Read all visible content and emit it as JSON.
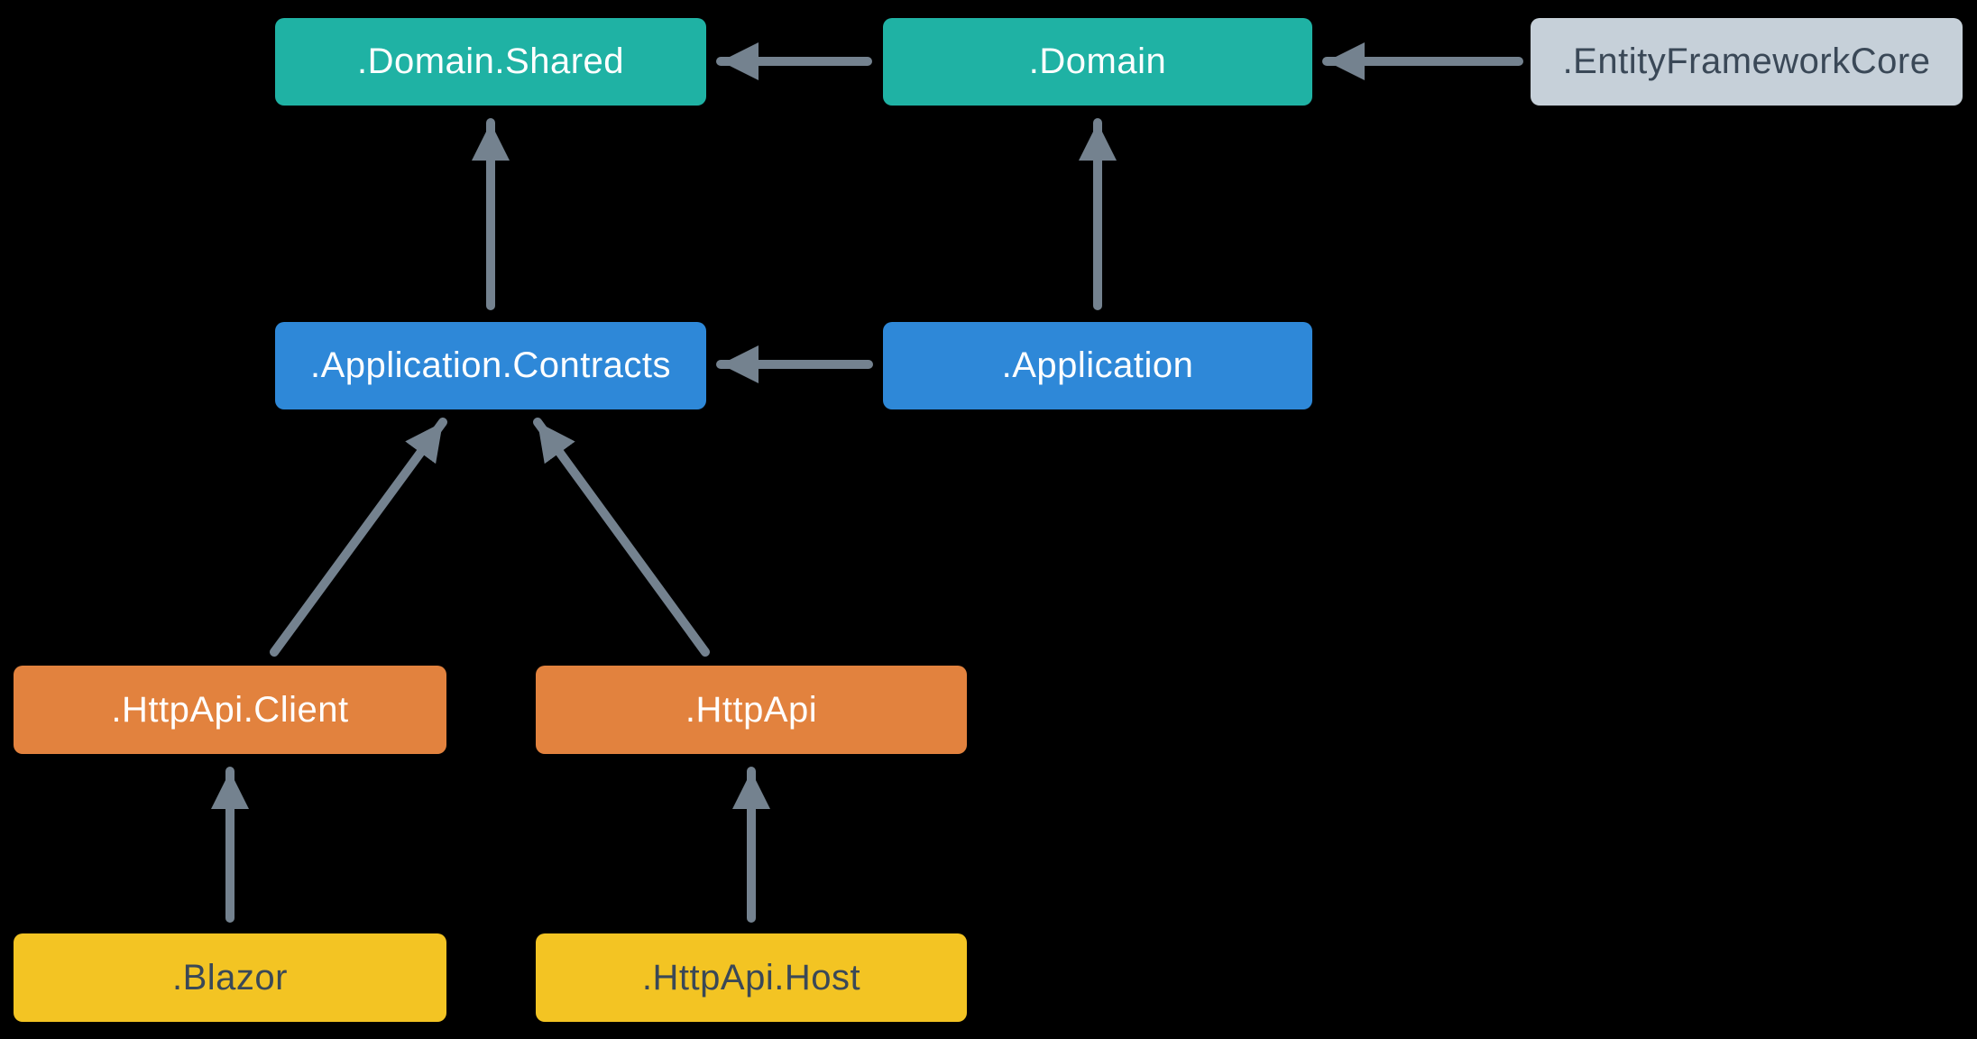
{
  "diagram": {
    "type": "dependency-graph",
    "background": "#000000",
    "arrow_color": "#74828F",
    "colors": {
      "teal": "#1FB2A4",
      "blue": "#2E88D8",
      "orange": "#E2823E",
      "yellow": "#F3C423",
      "gray": "#C6D0D9",
      "dark_text": "#3A4857",
      "light_text": "#FFFFFF"
    },
    "nodes": [
      {
        "id": "domain-shared",
        "label": ".Domain.Shared",
        "color": "#1FB2A4"
      },
      {
        "id": "domain",
        "label": ".Domain",
        "color": "#1FB2A4"
      },
      {
        "id": "efcore",
        "label": ".EntityFrameworkCore",
        "color": "#C6D0D9"
      },
      {
        "id": "app-contracts",
        "label": ".Application.Contracts",
        "color": "#2E88D8"
      },
      {
        "id": "application",
        "label": ".Application",
        "color": "#2E88D8"
      },
      {
        "id": "httpapi-client",
        "label": ".HttpApi.Client",
        "color": "#E2823E"
      },
      {
        "id": "httpapi",
        "label": ".HttpApi",
        "color": "#E2823E"
      },
      {
        "id": "blazor",
        "label": ".Blazor",
        "color": "#F3C423"
      },
      {
        "id": "httpapi-host",
        "label": ".HttpApi.Host",
        "color": "#F3C423"
      }
    ],
    "edges": [
      {
        "from": ".Domain",
        "to": ".Domain.Shared"
      },
      {
        "from": ".EntityFrameworkCore",
        "to": ".Domain"
      },
      {
        "from": ".Application",
        "to": ".Application.Contracts"
      },
      {
        "from": ".Application.Contracts",
        "to": ".Domain.Shared"
      },
      {
        "from": ".Application",
        "to": ".Domain"
      },
      {
        "from": ".HttpApi.Client",
        "to": ".Application.Contracts"
      },
      {
        "from": ".HttpApi",
        "to": ".Application.Contracts"
      },
      {
        "from": ".Blazor",
        "to": ".HttpApi.Client"
      },
      {
        "from": ".HttpApi.Host",
        "to": ".HttpApi"
      }
    ]
  }
}
